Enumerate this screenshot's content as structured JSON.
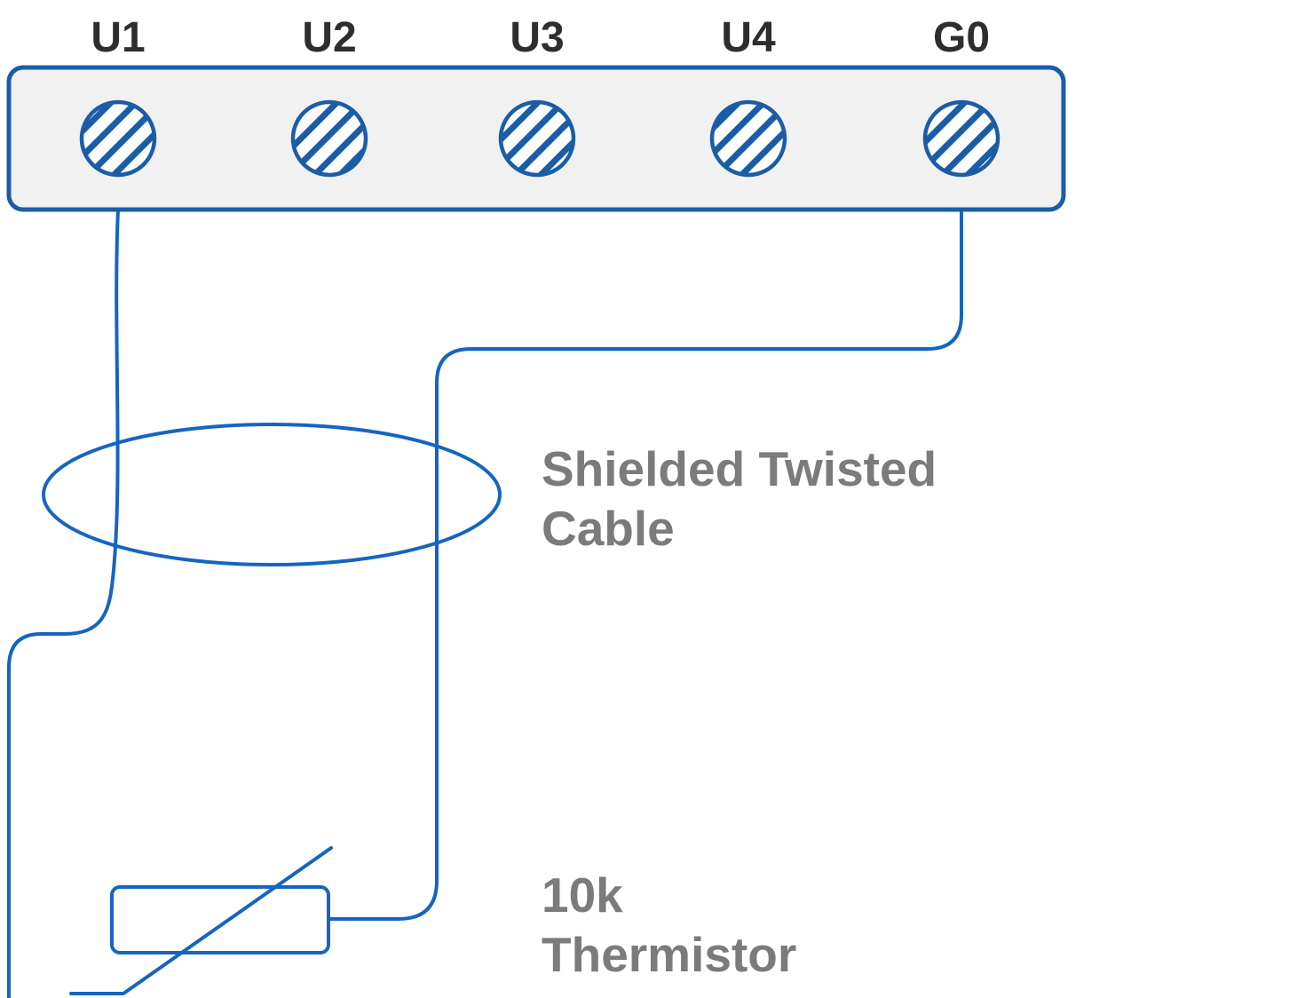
{
  "terminals": [
    {
      "label": "U1"
    },
    {
      "label": "U2"
    },
    {
      "label": "U3"
    },
    {
      "label": "U4"
    },
    {
      "label": "G0"
    }
  ],
  "annotations": {
    "cable": [
      "Shielded Twisted",
      "Cable"
    ],
    "thermistor": [
      "10k",
      "Thermistor"
    ]
  },
  "colors": {
    "wire": "#1565c0",
    "block_fill": "#f1f1f1",
    "block_border": "#1a5da6",
    "screw_fill": "#fdfdfd",
    "terminal_label_text": "#2e2e2e",
    "annotation_text": "#7b7b7b",
    "background": "#ffffff"
  }
}
